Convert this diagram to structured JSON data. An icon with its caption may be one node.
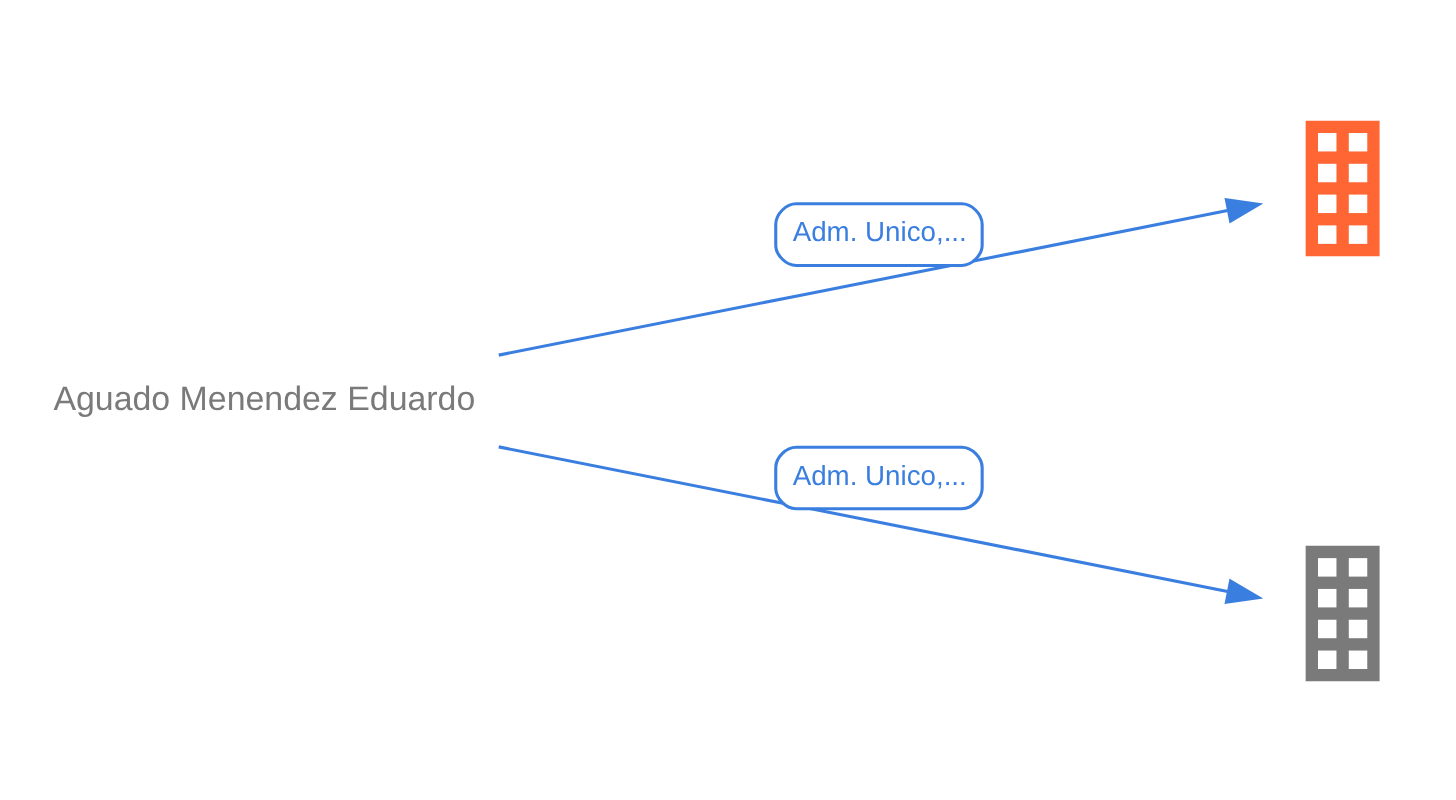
{
  "diagram": {
    "nodes": [
      {
        "text": [
          "Aguado Menendez Eduardo"
        ]
      },
      {
        "text": [],
        "shape": "picture"
      },
      {
        "text": [],
        "shape": "picture"
      }
    ],
    "edges": [
      {
        "from": 0,
        "to": 1,
        "arrow": "to",
        "label": "Adm. Unico,..."
      },
      {
        "from": 0,
        "to": 2,
        "arrow": "to",
        "label": "Adm. Unico,..."
      }
    ]
  }
}
